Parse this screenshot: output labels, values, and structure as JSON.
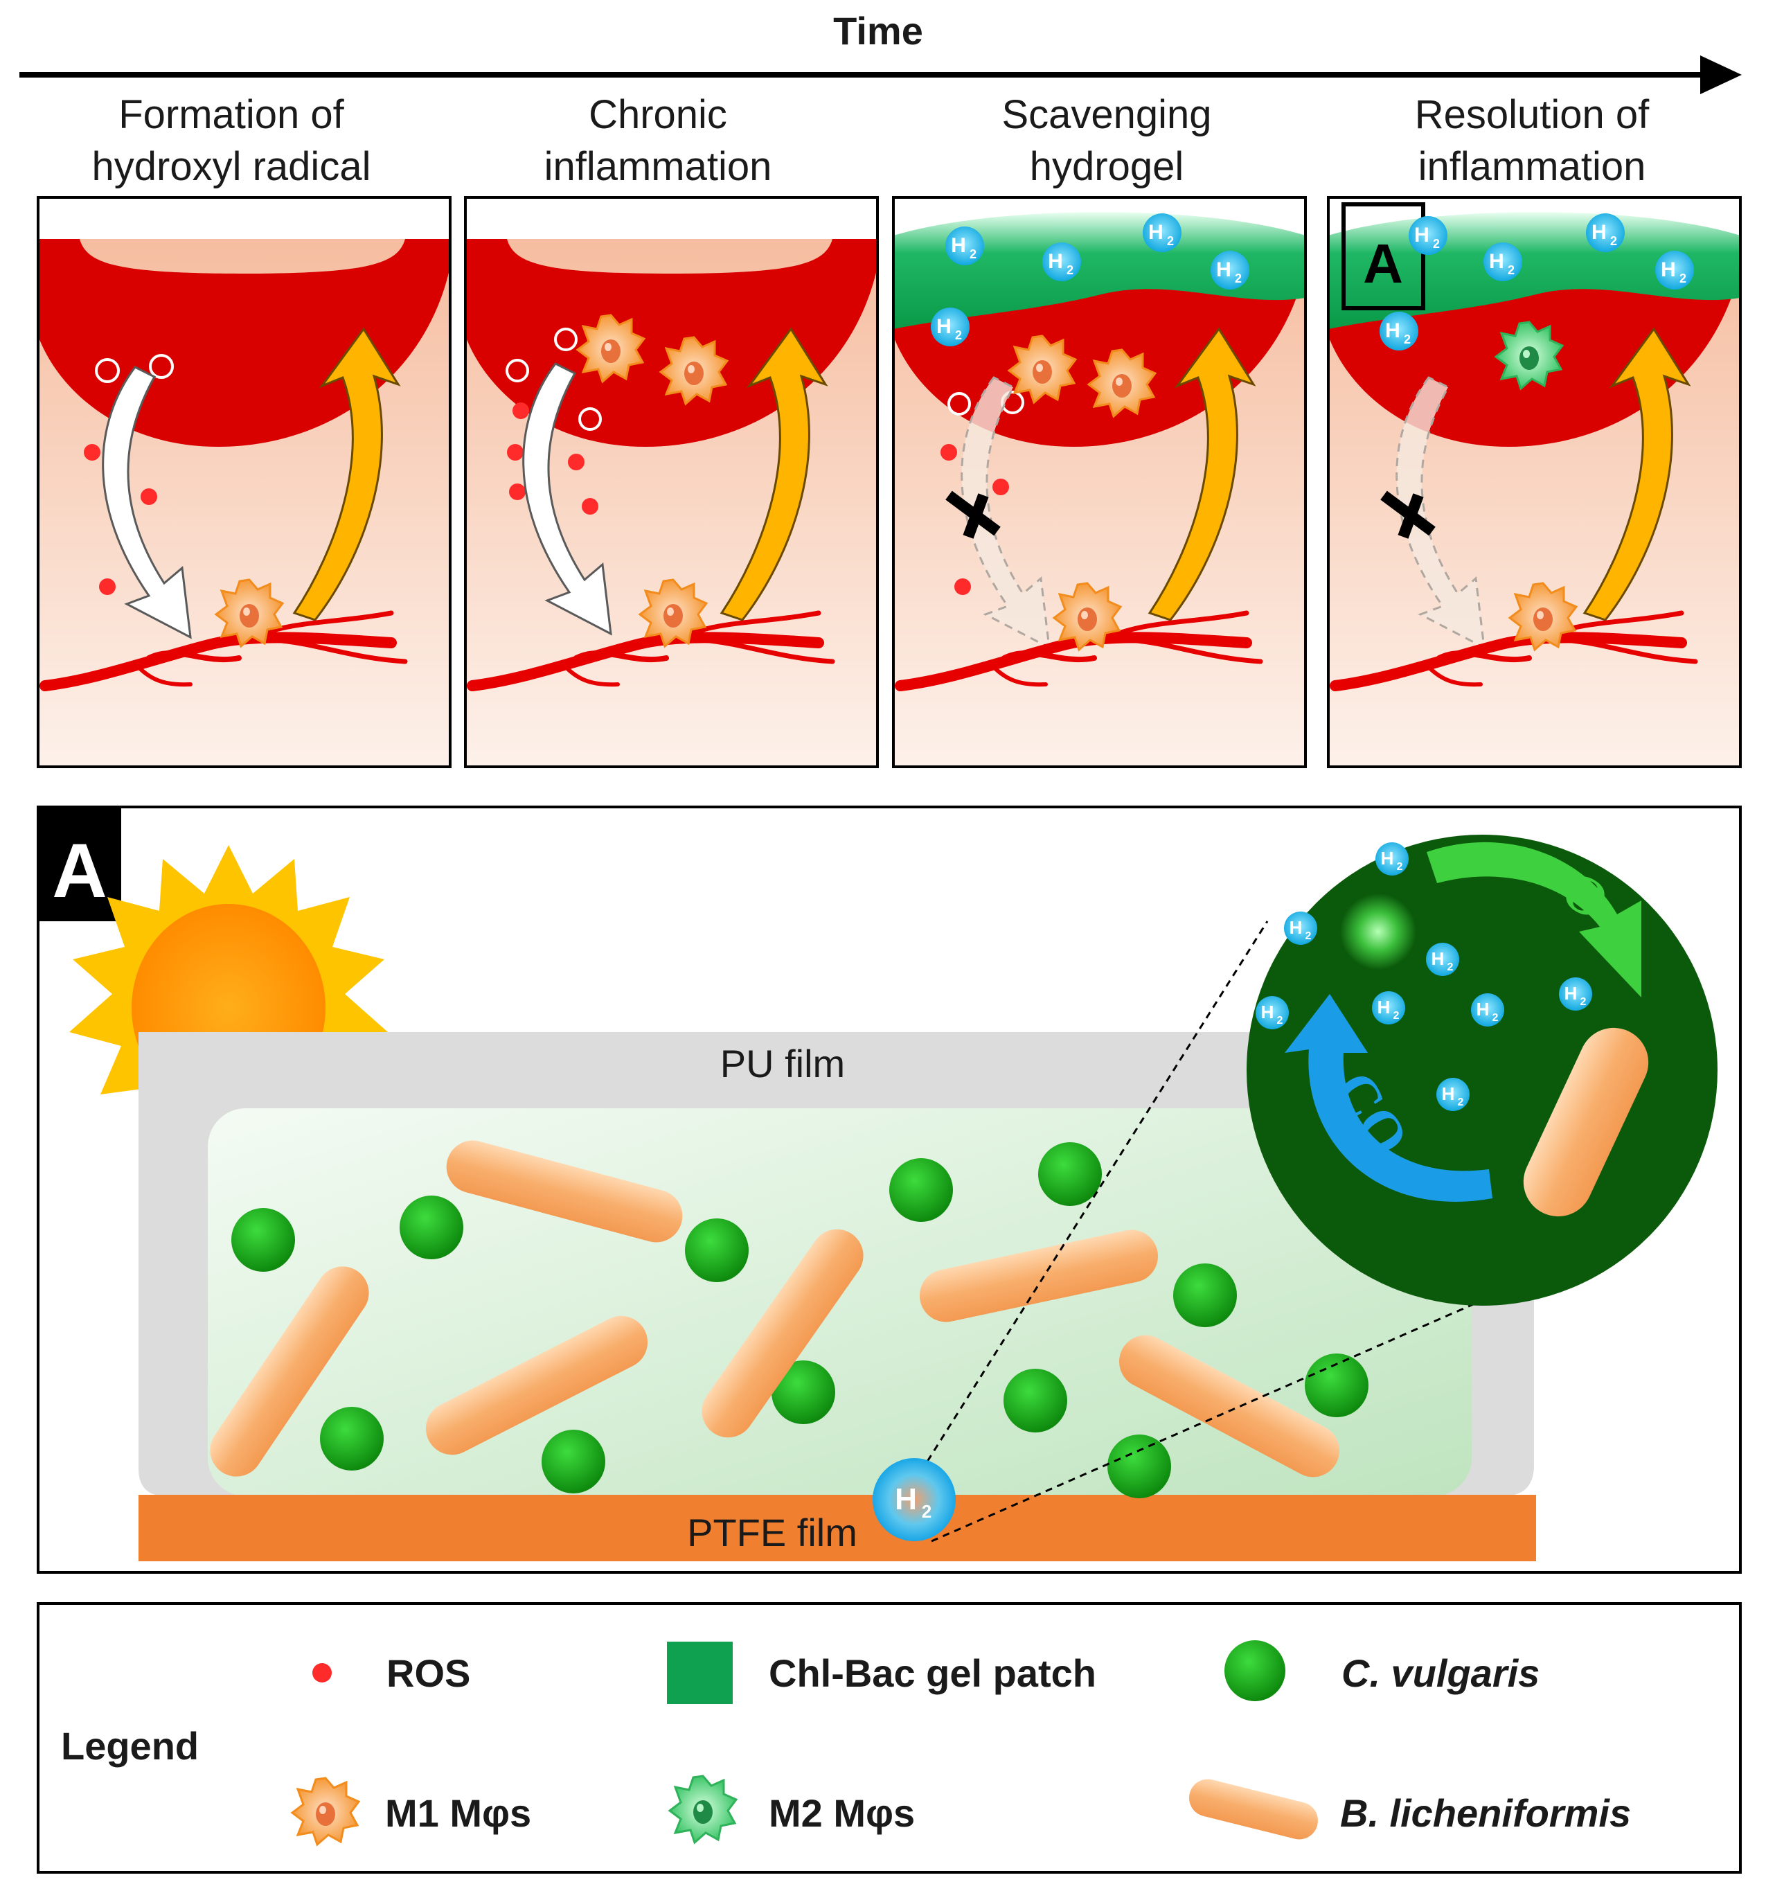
{
  "time_label": "Time",
  "panels": [
    {
      "line1": "Formation of",
      "line2": "hydroxyl radical"
    },
    {
      "line1": "Chronic",
      "line2": "inflammation"
    },
    {
      "line1": "Scavenging",
      "line2": "hydrogel"
    },
    {
      "line1": "Resolution of",
      "line2": "inflammation"
    }
  ],
  "inset_marker": "A",
  "detail": {
    "label": "A",
    "pu_film": "PU film",
    "ptfe_film": "PTFE film",
    "h2": "H",
    "h2_sub": "2",
    "o2": "O",
    "o2_sub": "2",
    "co2": "CO",
    "co2_sub": "2"
  },
  "legend": {
    "title": "Legend",
    "ros": "ROS",
    "gel": "Chl-Bac gel patch",
    "cv": "C. vulgaris",
    "m1": "M1 Mφs",
    "m2": "M2 Mφs",
    "bl": "B. licheniformis"
  },
  "colors": {
    "wound_red": "#d90000",
    "tissue_top": "#f5c2a6",
    "gel_green": "#0fa050",
    "sun_yellow": "#ffc400",
    "sun_core": "#ff9a00",
    "chlorella": "#1ea51e",
    "bacillus": "#f8b070",
    "ptfe": "#f08030",
    "pu": "#dcdcdc",
    "circle_dark": "#0b5a0b"
  }
}
